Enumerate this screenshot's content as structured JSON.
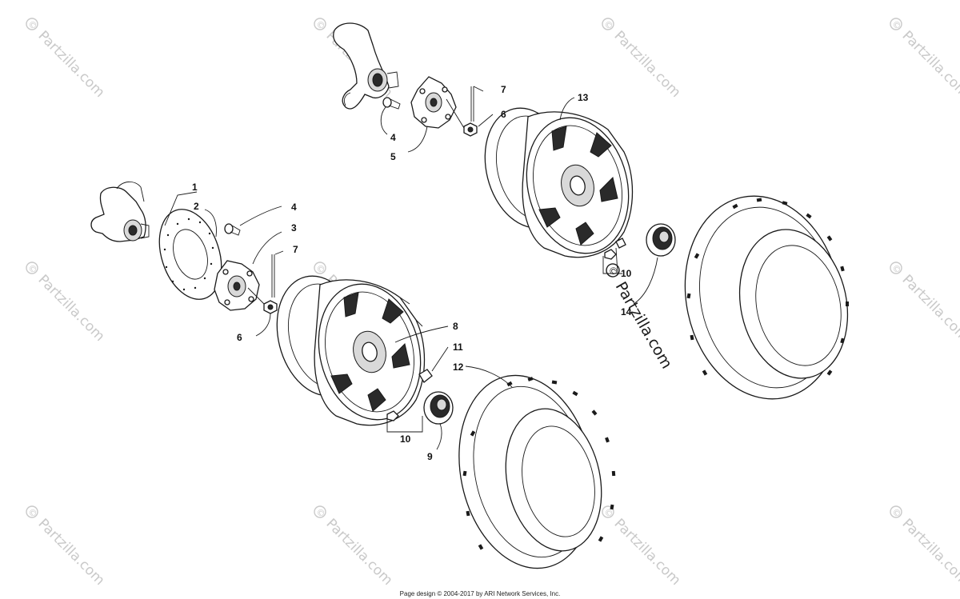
{
  "watermark": {
    "text": "Partzilla.com",
    "symbol": "©"
  },
  "callouts": {
    "c1": "1",
    "c2": "2",
    "c3": "3",
    "c4a": "4",
    "c4b": "4",
    "c5": "5",
    "c6a": "6",
    "c6b": "6",
    "c7a": "7",
    "c7b": "7",
    "c8": "8",
    "c9": "9",
    "c10a": "10",
    "c10b": "10",
    "c11": "11",
    "c12": "12",
    "c13": "13",
    "c14": "14"
  },
  "footer": {
    "text": "Page design © 2004-2017 by ARI Network Services, Inc."
  }
}
